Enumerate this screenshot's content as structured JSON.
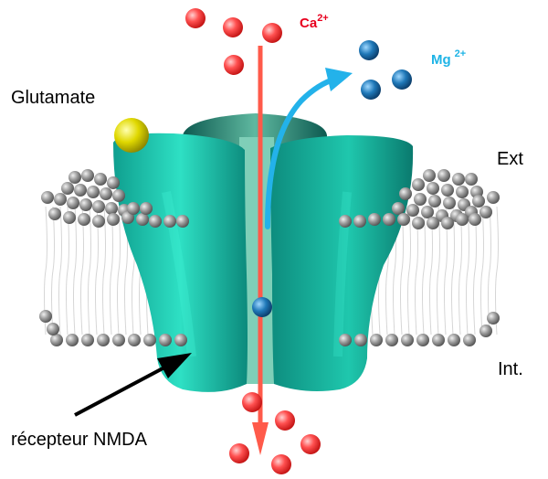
{
  "labels": {
    "glutamate": "Glutamate",
    "ext": "Ext",
    "int": "Int.",
    "receptor": "récepteur NMDA",
    "ca": "Ca",
    "ca_charge": "2+",
    "mg": "Mg",
    "mg_charge": "2+"
  },
  "colors": {
    "receptor": "#0f9f8f",
    "receptor_light": "#2ee0c4",
    "receptor_dark": "#0a6e63",
    "channel_inner": "#7fcfb8",
    "calcium": "#ff4a4a",
    "magnesium": "#1f78b8",
    "mg_arrow": "#23b2ea",
    "ca_arrow": "#ff5a4a",
    "glutamate": "#e0d800",
    "lipid_head": "#8c8c8c",
    "ca_label": "#e8001e",
    "mg_label": "#1fb4e6"
  }
}
